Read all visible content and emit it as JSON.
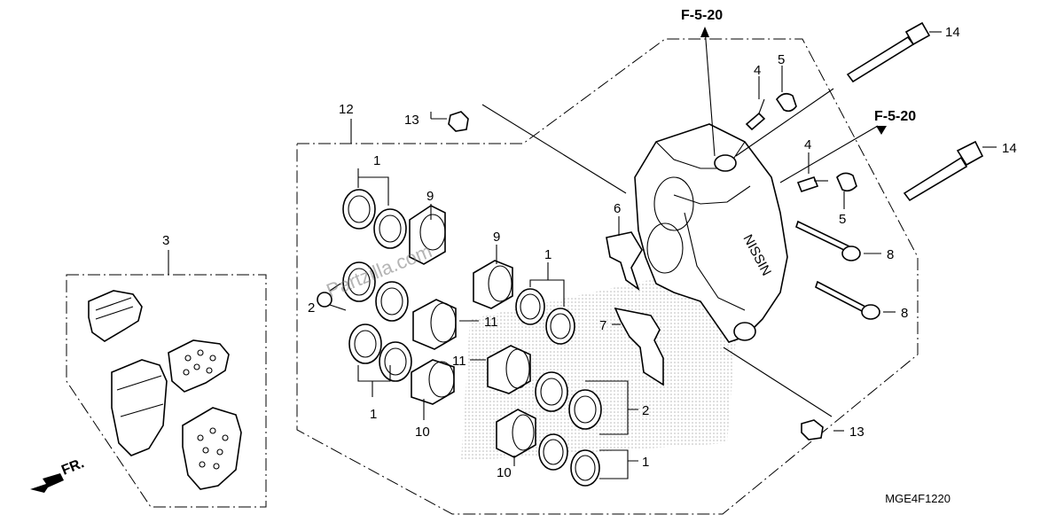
{
  "callouts": {
    "n1": "1",
    "n2": "2",
    "n3": "3",
    "n4": "4",
    "n5": "5",
    "n6": "6",
    "n7": "7",
    "n8": "8",
    "n9": "9",
    "n10": "10",
    "n11": "11",
    "n12": "12",
    "n13": "13",
    "n14": "14"
  },
  "references": {
    "top": "F-5-20",
    "right": "F-5-20"
  },
  "caliper_mark": "NISSIN",
  "front_indicator": "FR.",
  "diagram_code": "MGE4F1220",
  "watermark": "Partzilla.com",
  "colors": {
    "line": "#000000",
    "background": "#ffffff",
    "halftone": "#bbbbbb"
  }
}
